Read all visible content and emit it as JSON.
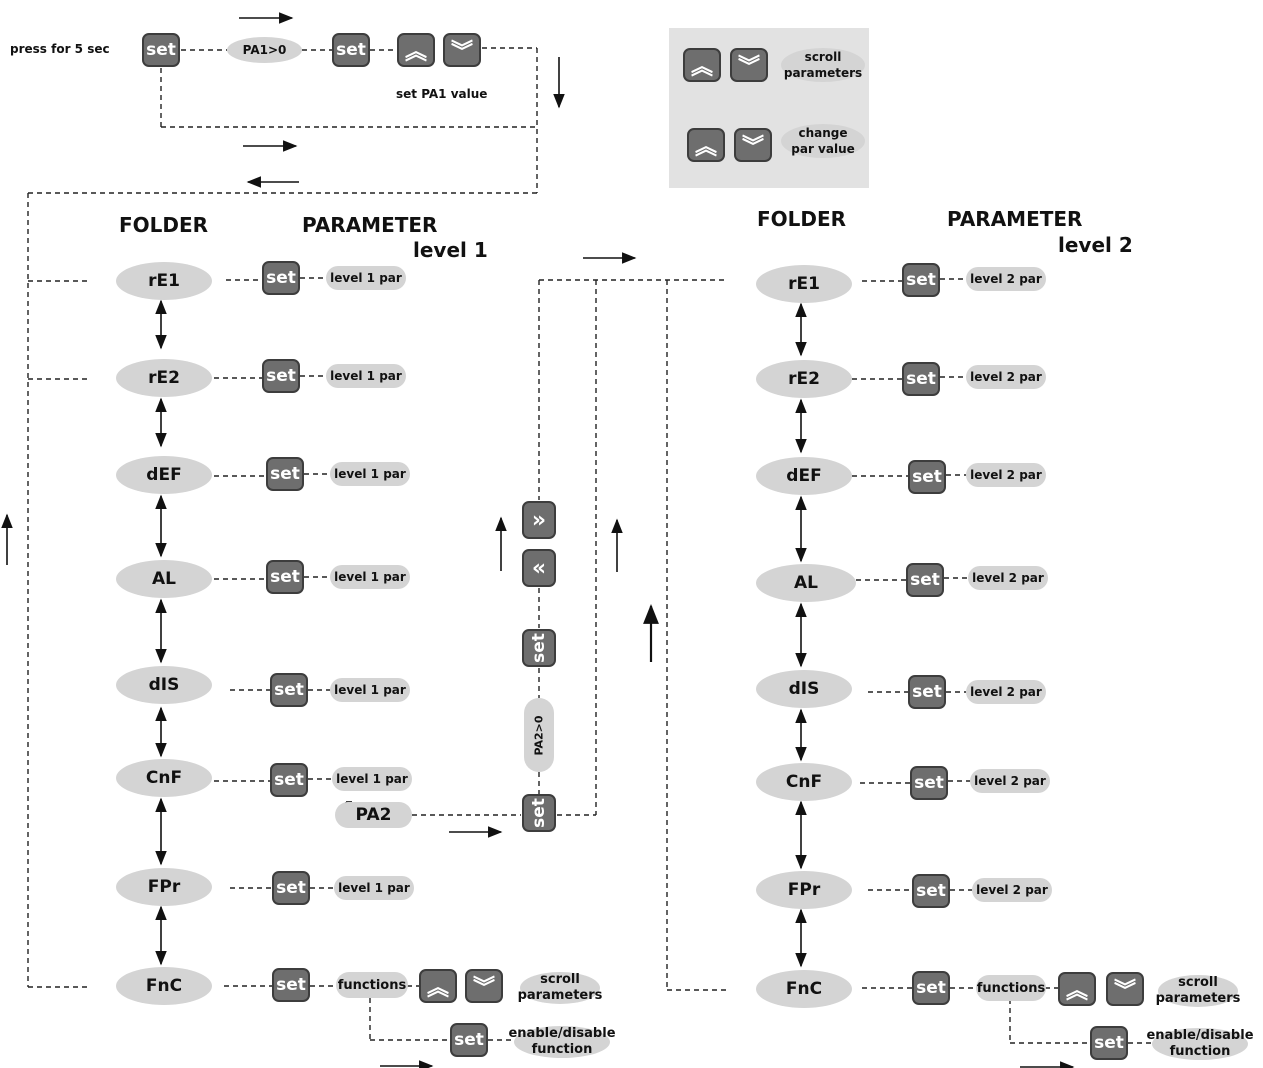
{
  "entry": {
    "press_label": "press for 5 sec",
    "pa1_label": "PA1>0",
    "set_pa1_label": "set PA1 value"
  },
  "legend": {
    "scroll_line1": "scroll",
    "scroll_line2": "parameters",
    "change_line1": "change",
    "change_line2": "par value"
  },
  "level1": {
    "folder_header": "FOLDER",
    "parameter_header": "PARAMETER",
    "level_header": "level 1",
    "par_label": "level 1 par",
    "folders": [
      "rE1",
      "rE2",
      "dEF",
      "AL",
      "dIS",
      "CnF",
      "FPr",
      "FnC"
    ]
  },
  "level2": {
    "folder_header": "FOLDER",
    "parameter_header": "PARAMETER",
    "level_header": "level 2",
    "par_label": "level 2 par",
    "folders": [
      "rE1",
      "rE2",
      "dEF",
      "AL",
      "dIS",
      "CnF",
      "FPr",
      "FnC"
    ]
  },
  "middle": {
    "pa2_label": "PA2",
    "pa2_gt0_label": "PA2>0"
  },
  "functions": {
    "functions_label": "functions",
    "scroll_line1": "scroll",
    "scroll_line2": "parameters",
    "enable_line1": "enable/disable",
    "enable_line2": "function"
  },
  "keys": {
    "set": "set",
    "up_icon": "︽",
    "down_icon": "︾",
    "right_icon": "»",
    "left_icon": "«"
  }
}
